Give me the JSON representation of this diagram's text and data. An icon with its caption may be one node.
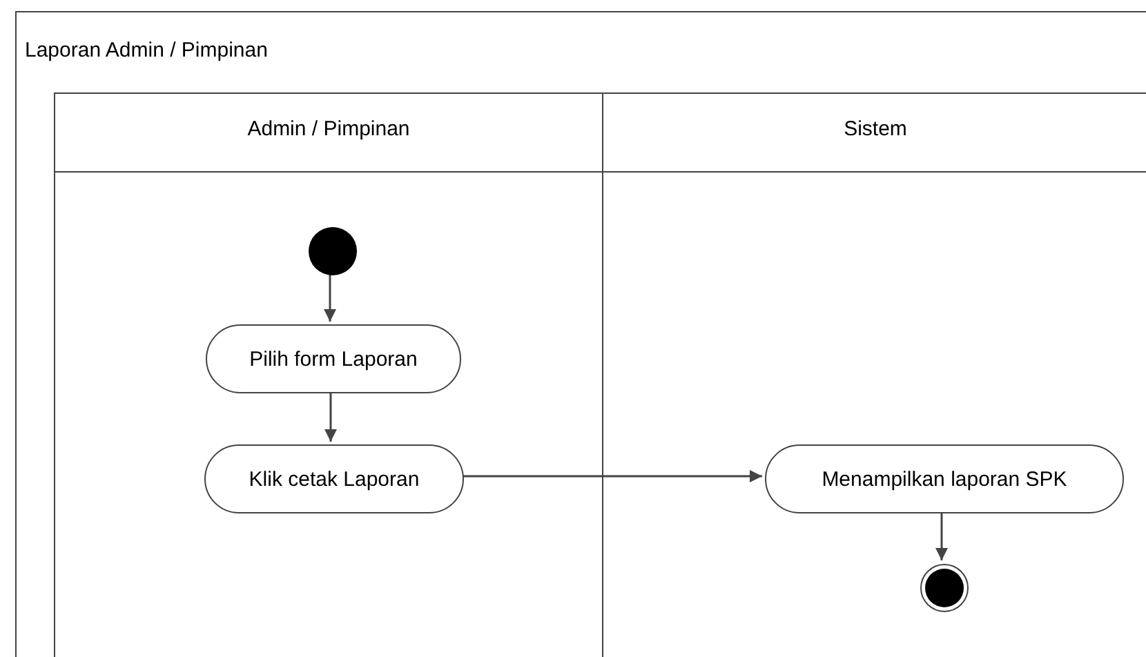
{
  "diagram": {
    "nodes": [
      {
        "text": [
          "Laporan Admin / Pimpinan"
        ]
      },
      {
        "text": [
          "Admin / Pimpinan"
        ],
        "in": 0
      },
      {
        "text": [
          "Sistem"
        ],
        "in": 0
      },
      {
        "text": [],
        "shape": "circle",
        "in": 1
      },
      {
        "text": [
          "Pilih form Laporan"
        ],
        "in": 1
      },
      {
        "text": [
          "Klik cetak Laporan"
        ],
        "in": 1
      },
      {
        "text": [
          "Menampilkan laporan SPK"
        ],
        "in": 2
      },
      {
        "text": [],
        "shape": "bullseye",
        "in": 2
      }
    ],
    "edges": [
      {
        "from": 3,
        "to": 4,
        "arrow": "to"
      },
      {
        "from": 4,
        "to": 5,
        "arrow": "to"
      },
      {
        "from": 5,
        "to": 6,
        "arrow": "to"
      },
      {
        "from": 6,
        "to": 7,
        "arrow": "to"
      }
    ]
  }
}
